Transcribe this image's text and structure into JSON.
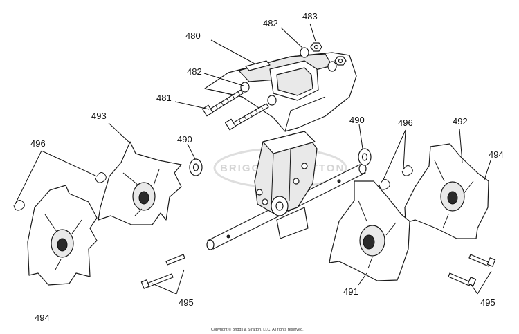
{
  "callouts": {
    "c480": "480",
    "c481": "481",
    "c482a": "482",
    "c482b": "482",
    "c483": "483",
    "c490a": "490",
    "c490b": "490",
    "c491": "491",
    "c492": "492",
    "c493": "493",
    "c494a": "494",
    "c494b": "494",
    "c495a": "495",
    "c495b": "495",
    "c496a": "496",
    "c496b": "496"
  },
  "watermark": "BRIGGS&STRATTON",
  "copyright": "Copyright © Briggs & Stratton, LLC. All rights reserved."
}
